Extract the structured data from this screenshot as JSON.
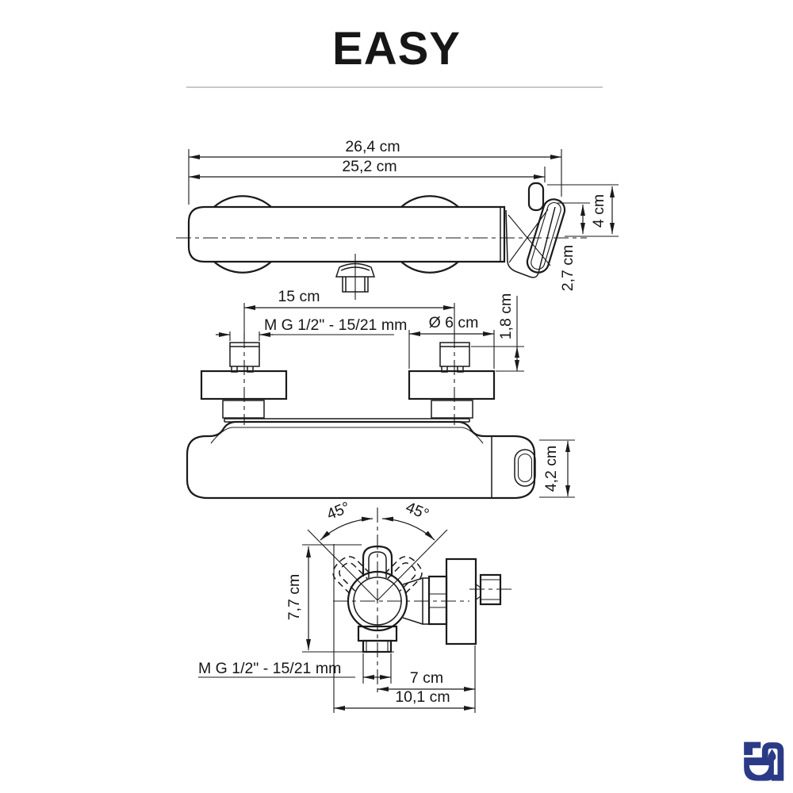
{
  "title": "EASY",
  "divider_color": "#c8c8c8",
  "line_color": "#1a1a1a",
  "logo": {
    "color": "#2b3a87"
  },
  "views": {
    "side": {
      "dims": {
        "total_width": "26,4 cm",
        "body_width": "25,2 cm",
        "handle_depth": "4 cm",
        "lever_drop": "2,7 cm"
      }
    },
    "front": {
      "dims": {
        "inlet_spacing": "15 cm",
        "inlet_thread": "M G 1/2\" - 15/21 mm",
        "flange_diameter": "Ø 6 cm",
        "nut_height": "1,8 cm",
        "body_height": "4,2 cm"
      }
    },
    "bottom": {
      "dims": {
        "handle_angle_left": "45°",
        "handle_angle_right": "45°",
        "body_depth": "7,7 cm",
        "outlet_thread": "M G 1/2\" - 15/21 mm",
        "outlet_offset": "7 cm",
        "total_depth": "10,1 cm"
      }
    }
  }
}
